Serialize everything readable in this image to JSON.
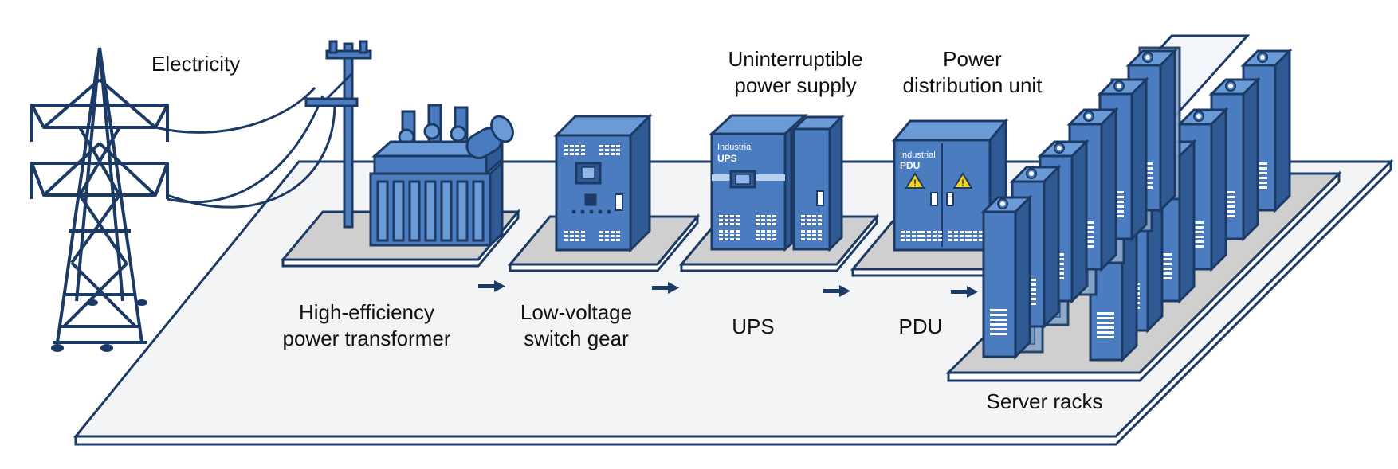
{
  "labels": {
    "electricity": "Electricity",
    "transformer": [
      "High-efficiency",
      "power transformer"
    ],
    "switchgear": [
      "Low-voltage",
      "switch gear"
    ],
    "ups_top": [
      "Uninterruptible",
      "power supply"
    ],
    "ups": "UPS",
    "pdu_top": [
      "Power",
      "distribution unit"
    ],
    "pdu": "PDU",
    "server_racks": "Server racks"
  },
  "device_text": {
    "ups_brand": "Industrial",
    "ups_model": "UPS",
    "pdu_brand": "Industrial",
    "pdu_model": "PDU"
  },
  "colors": {
    "equipment_blue": "#4a7cbf",
    "equipment_dark": "#1c3a66",
    "equipment_side": "#2f5a93",
    "equipment_top": "#6b9bd6",
    "platform_gray": "#cfcfcf",
    "floor": "#f3f4f5",
    "warning_yellow": "#f5d21a",
    "rack_glass": "#8aa7c8"
  },
  "icons": [
    "power-tower-icon",
    "utility-pole-icon",
    "flow-arrow-icon",
    "warning-icon"
  ]
}
